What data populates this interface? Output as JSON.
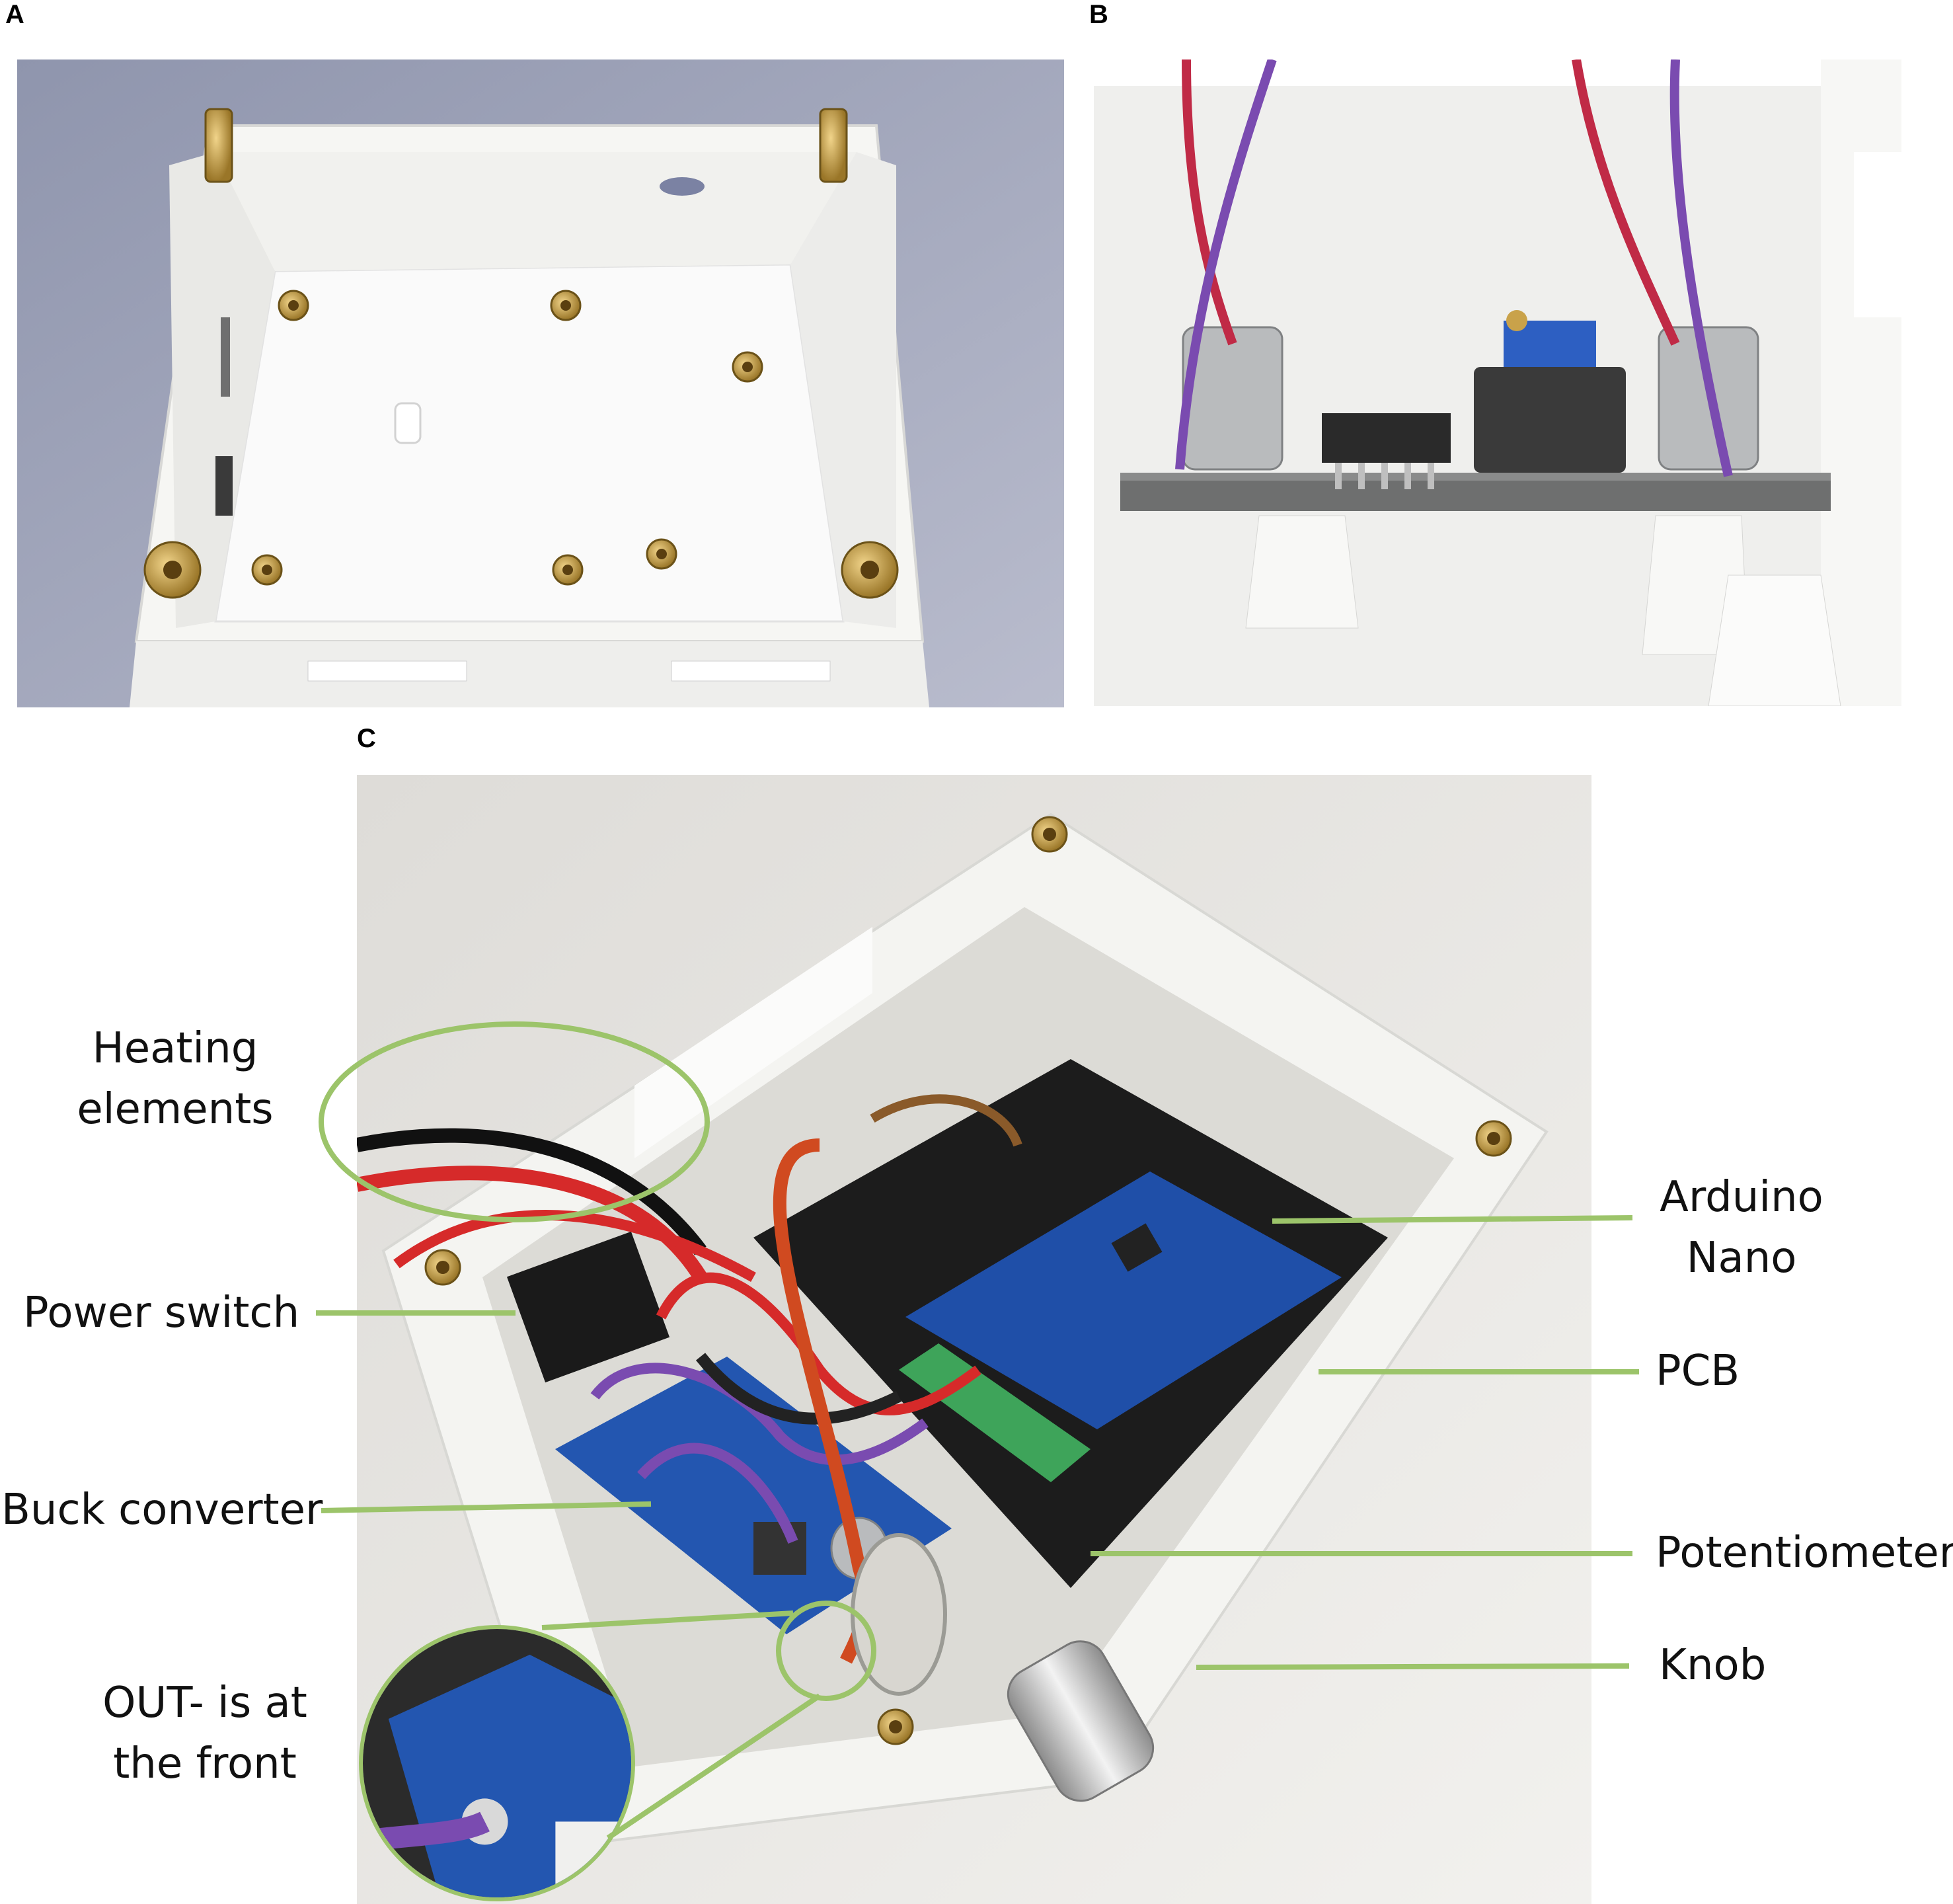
{
  "panels": {
    "a": {
      "letter": "A"
    },
    "b": {
      "letter": "B"
    },
    "c": {
      "letter": "C"
    }
  },
  "callouts": {
    "heating_elements": {
      "line1": "Heating",
      "line2": "elements"
    },
    "power_switch": "Power switch",
    "buck_converter": "Buck converter",
    "out_minus": {
      "line1": "OUT- is at",
      "line2": "the front"
    },
    "arduino_nano": {
      "line1": "Arduino",
      "line2": "Nano"
    },
    "pcb": "PCB",
    "potentiometer": "Potentiometer",
    "knob": "Knob"
  },
  "colors": {
    "callout_line": "#9cc46a",
    "enclosure": "#f4f4f2",
    "brass": "#c9a24a",
    "pcb_blue": "#1f4fa8",
    "pcb_black": "#1a1a1a",
    "wire_red": "#d62a2a",
    "wire_purple": "#7a4bb0"
  }
}
